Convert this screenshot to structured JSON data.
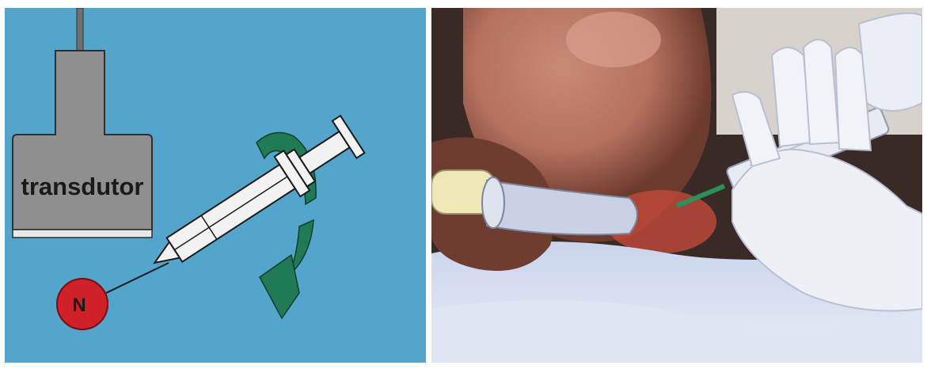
{
  "diagram": {
    "transducer_label": "transdutor",
    "nerve_label": "N",
    "background_color": "#56a7cd",
    "transducer_color": "#8c8c8c",
    "arrow_color": "#1f7a55",
    "nerve_color": "#d0202a",
    "syringe_color": "#f2f2f2"
  },
  "photo": {
    "description_icon": "ultrasound-guided-injection-photo"
  }
}
